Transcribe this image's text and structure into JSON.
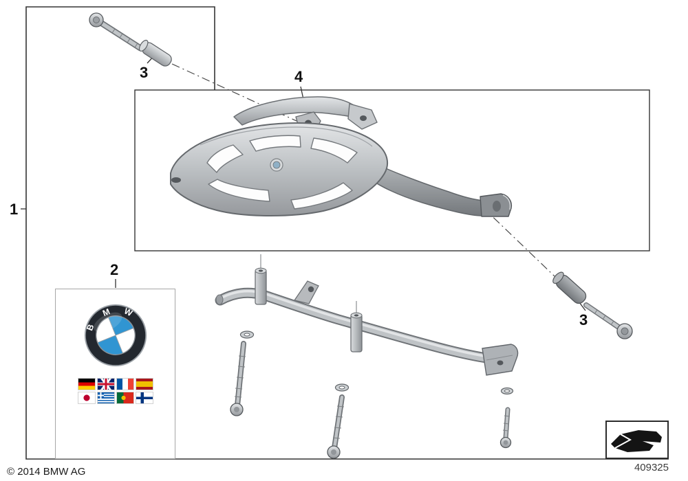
{
  "figure": {
    "callouts": {
      "kit": "1",
      "manual": "2",
      "screw_upper": "3",
      "screw_lower": "3",
      "rack": "4"
    }
  },
  "manual_card": {
    "logo_letters": [
      "B",
      "M",
      "W"
    ],
    "flags": [
      "germany",
      "uk",
      "france",
      "spain",
      "japan",
      "greece",
      "portugal",
      "finland"
    ]
  },
  "footer": {
    "copyright": "© 2014 BMW AG",
    "part_number": "409325"
  },
  "colors": {
    "metal_light": "#e3e5e7",
    "metal_mid": "#bcc0c3",
    "metal_dark": "#96999d",
    "line_dark": "#333333",
    "bmw_blue": "#3095d2",
    "bmw_roundel_ring": "#23282f"
  }
}
